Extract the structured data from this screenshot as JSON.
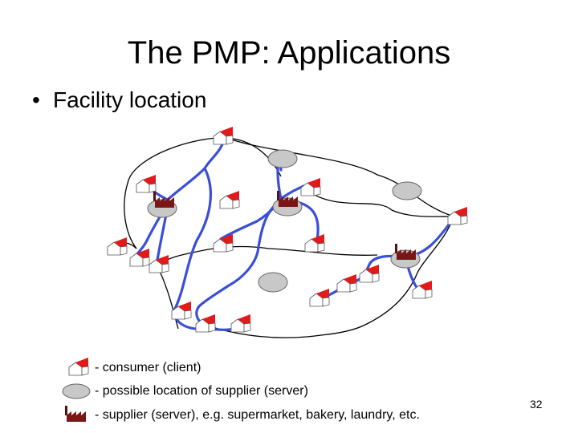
{
  "slide": {
    "title": "The PMP: Applications",
    "bullet": "Facility location",
    "page_number": "32"
  },
  "legend": {
    "consumer": "- consumer (client)",
    "possible_location": "- possible location of supplier (server)",
    "supplier": "- supplier (server), e.g. supermarket, bakery, laundry, etc."
  },
  "colors": {
    "road": "#000000",
    "assigned_route": "#3a4fd6",
    "roof": "#e21a1a",
    "house_wall": "#ffffff",
    "site": "#c8c8c8",
    "factory": "#7b1616"
  }
}
